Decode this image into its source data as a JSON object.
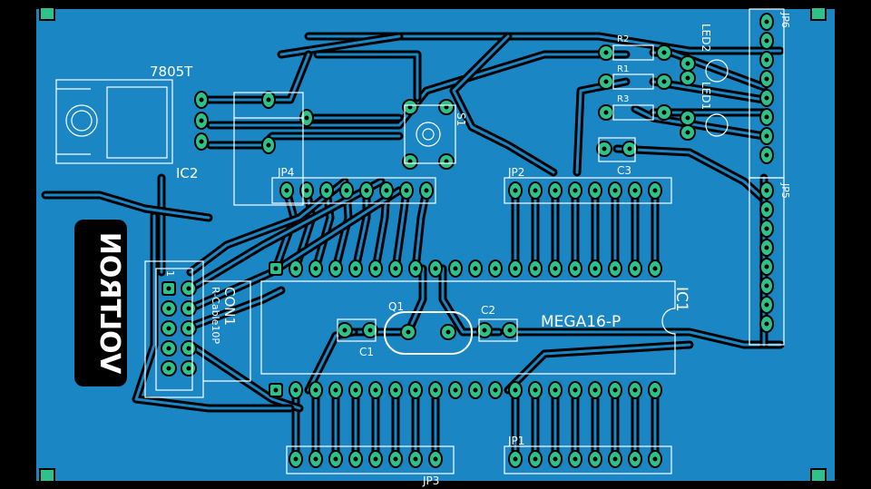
{
  "board": {
    "colors": {
      "background": "#000000",
      "copper_pour": "#1a86c4",
      "trace_outline": "#000000",
      "pad": "#2ec28a",
      "silkscreen": "#ffffff",
      "logo_background": "#000000"
    },
    "logo": {
      "text": "VOLTRON"
    },
    "labels": {
      "regulator_value": "7805T",
      "regulator_name": "IC2",
      "jp4": "JP4",
      "switch": "S1",
      "jp2": "JP2",
      "r2": "R2",
      "r1": "R1",
      "r3": "R3",
      "led2": "LED2",
      "led1": "LED1",
      "c3": "C3",
      "jp6": "JP6",
      "jp5": "JP5",
      "connector_name": "CON1",
      "connector_value": "R-Cable10P",
      "connector_pin1": "1",
      "crystal": "Q1",
      "c1": "C1",
      "c2": "C2",
      "mcu_value": "MEGA16-P",
      "mcu_name": "IC1",
      "jp1": "JP1",
      "jp3": "JP3"
    },
    "corner_markers": [
      "mounting-mark",
      "mounting-mark",
      "mounting-mark",
      "mounting-mark"
    ]
  }
}
